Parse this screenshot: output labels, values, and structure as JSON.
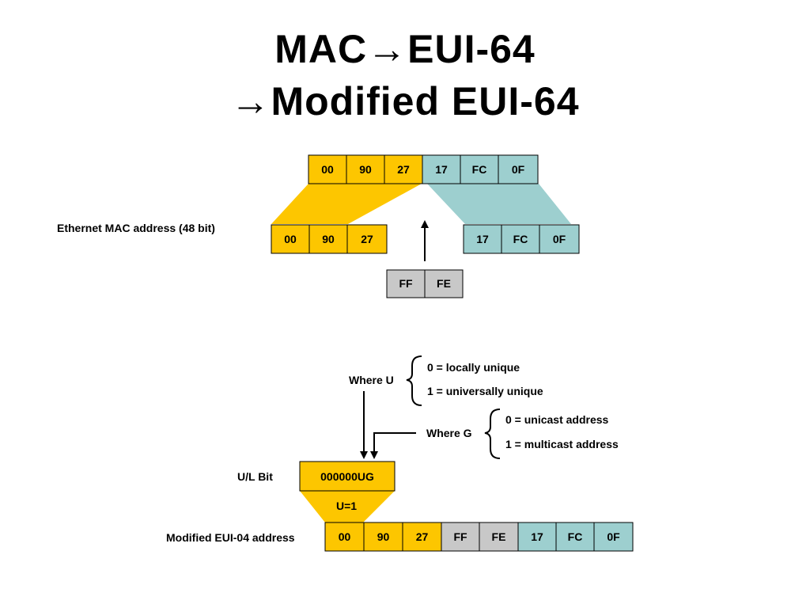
{
  "title": {
    "line1": "MAC→EUI-64",
    "line2": "→Modified EUI-64"
  },
  "colors": {
    "vendor": "#fdc600",
    "device": "#9dcfcf",
    "inserted": "#c8c8c8",
    "outline": "#000000"
  },
  "top_mac": {
    "vendor_bytes": [
      "00",
      "90",
      "27"
    ],
    "device_bytes": [
      "17",
      "FC",
      "0F"
    ]
  },
  "ethernet_label": "Ethernet MAC address (48 bit)",
  "split_left": [
    "00",
    "90",
    "27"
  ],
  "split_right": [
    "17",
    "FC",
    "0F"
  ],
  "inserted_bytes": [
    "FF",
    "FE"
  ],
  "where_u": {
    "label": "Where U",
    "option0": "0 = locally unique",
    "option1": "1 = universally unique"
  },
  "where_g": {
    "label": "Where G",
    "option0": "0 = unicast address",
    "option1": "1 = multicast address"
  },
  "ul_bit": {
    "label": "U/L Bit",
    "value": "000000UG",
    "setting": "U=1"
  },
  "modified": {
    "label": "Modified EUI-04 address",
    "bytes": [
      "00",
      "90",
      "27",
      "FF",
      "FE",
      "17",
      "FC",
      "0F"
    ]
  }
}
